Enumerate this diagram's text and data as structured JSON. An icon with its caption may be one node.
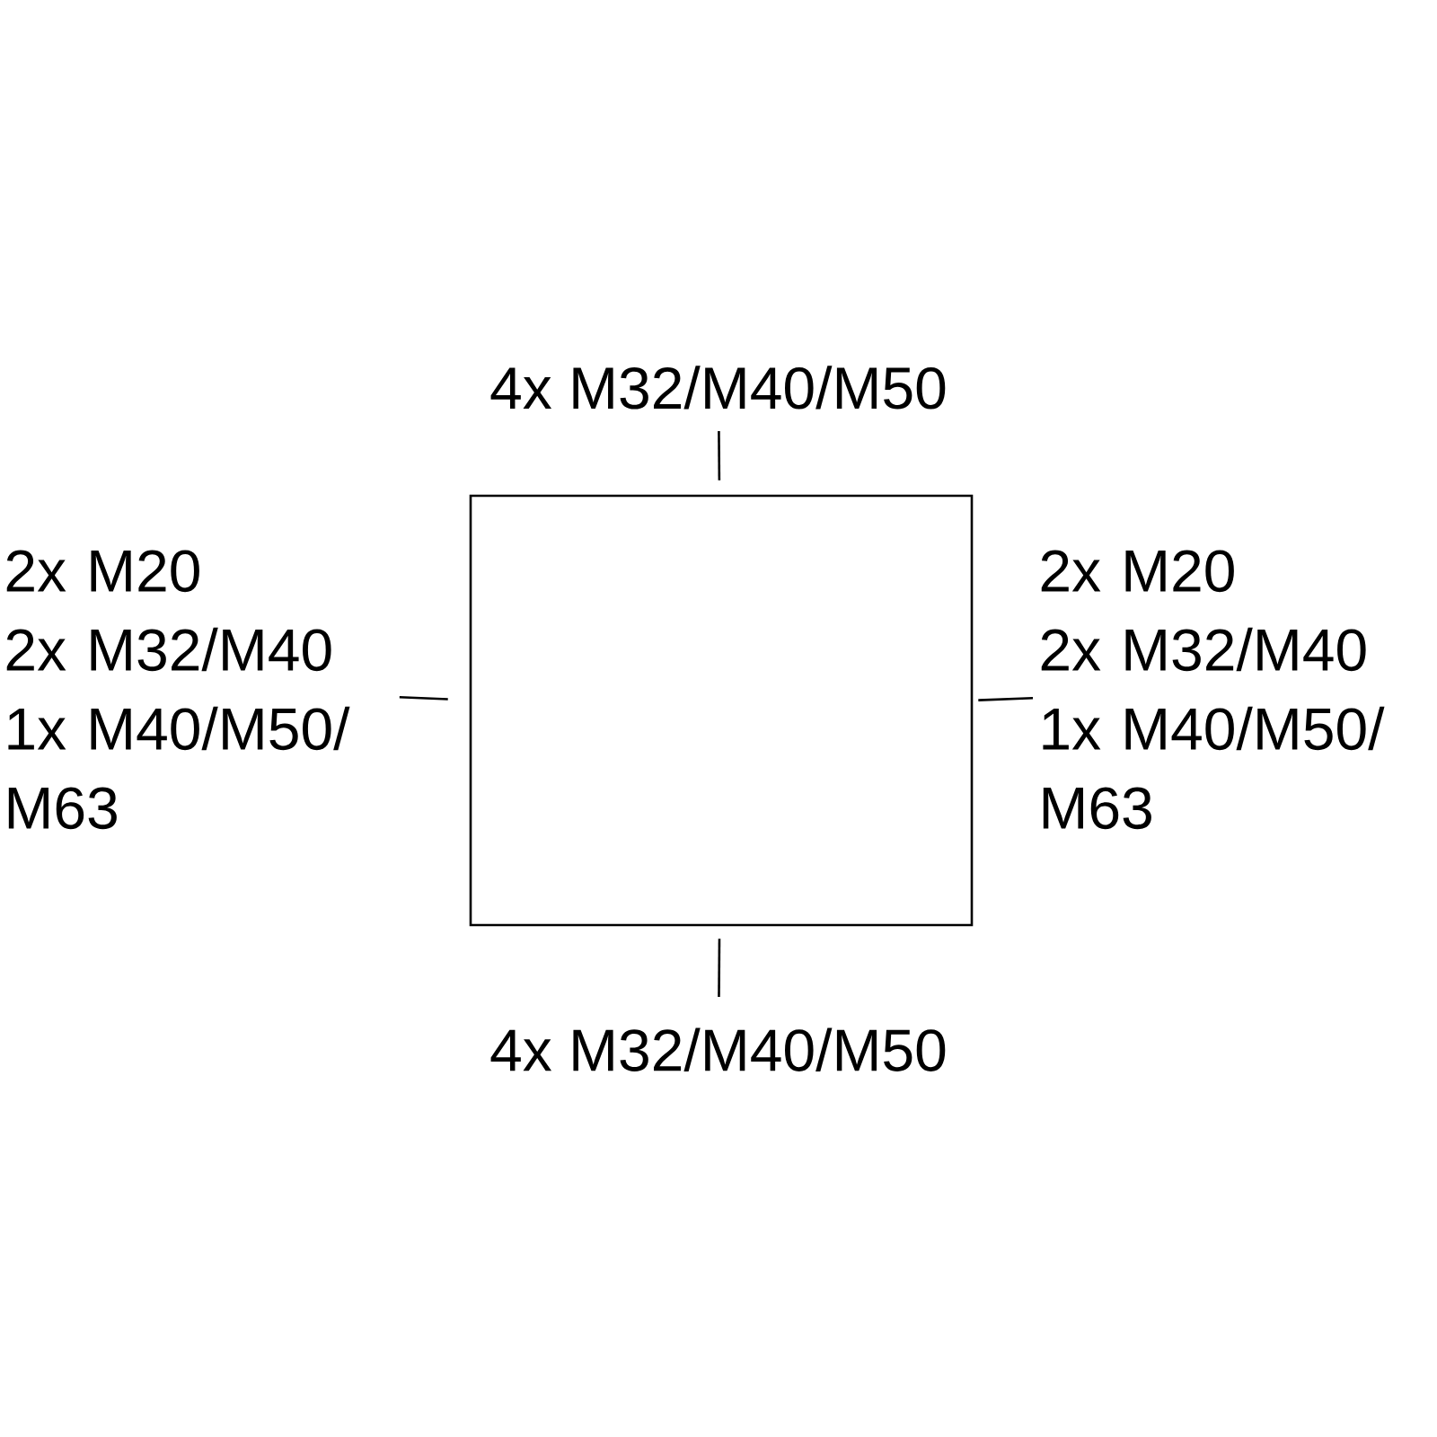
{
  "diagram": {
    "nodes": [
      {
        "text": [
          "4x M32/M40/M50"
        ]
      },
      {
        "text": [
          "2x M20",
          "2x M32/M40",
          "1x M40/M50/ M63"
        ]
      },
      {
        "text": [],
        "shape": "box"
      },
      {
        "text": [
          "2x M20",
          "2x M32/M40",
          "1x M40/M50/ M63"
        ]
      },
      {
        "text": [
          "4x M32/M40/M50"
        ]
      }
    ],
    "edges": [
      {
        "from": 0,
        "to": 2,
        "arrow": "none"
      },
      {
        "from": 1,
        "to": 2,
        "arrow": "none"
      },
      {
        "from": 3,
        "to": 2,
        "arrow": "none"
      },
      {
        "from": 4,
        "to": 2,
        "arrow": "none"
      }
    ]
  }
}
